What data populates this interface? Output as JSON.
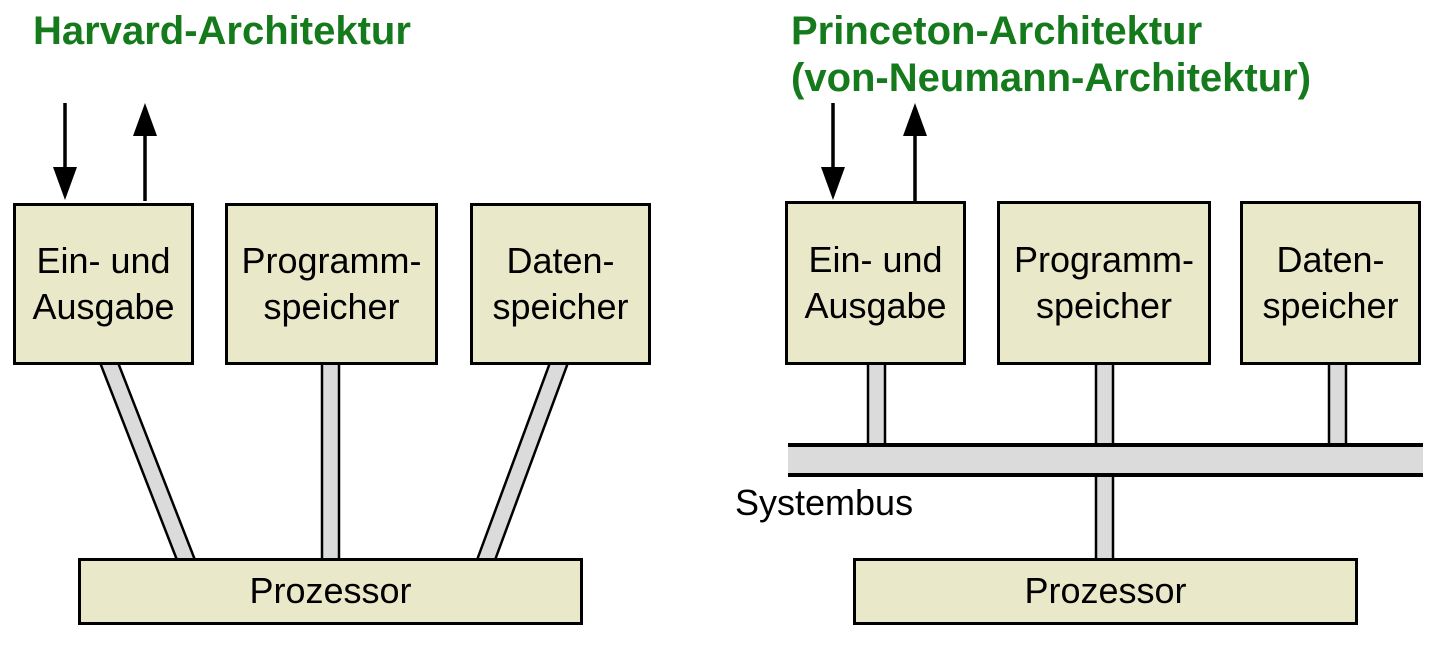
{
  "colors": {
    "title_green": "#147a1c",
    "box_fill": "#e9e8c8",
    "box_border": "#000000",
    "connector_fill": "#dbdbdb",
    "connector_border": "#000000"
  },
  "harvard": {
    "title": "Harvard-Architektur",
    "boxes": [
      {
        "label": "Ein- und\nAusgabe"
      },
      {
        "label": "Programm-\nspeicher"
      },
      {
        "label": "Daten-\nspeicher"
      }
    ],
    "processor_label": "Prozessor"
  },
  "princeton": {
    "title": "Princeton-Architektur\n(von-Neumann-Architektur)",
    "boxes": [
      {
        "label": "Ein- und\nAusgabe"
      },
      {
        "label": "Programm-\nspeicher"
      },
      {
        "label": "Daten-\nspeicher"
      }
    ],
    "bus_label": "Systembus",
    "processor_label": "Prozessor"
  }
}
